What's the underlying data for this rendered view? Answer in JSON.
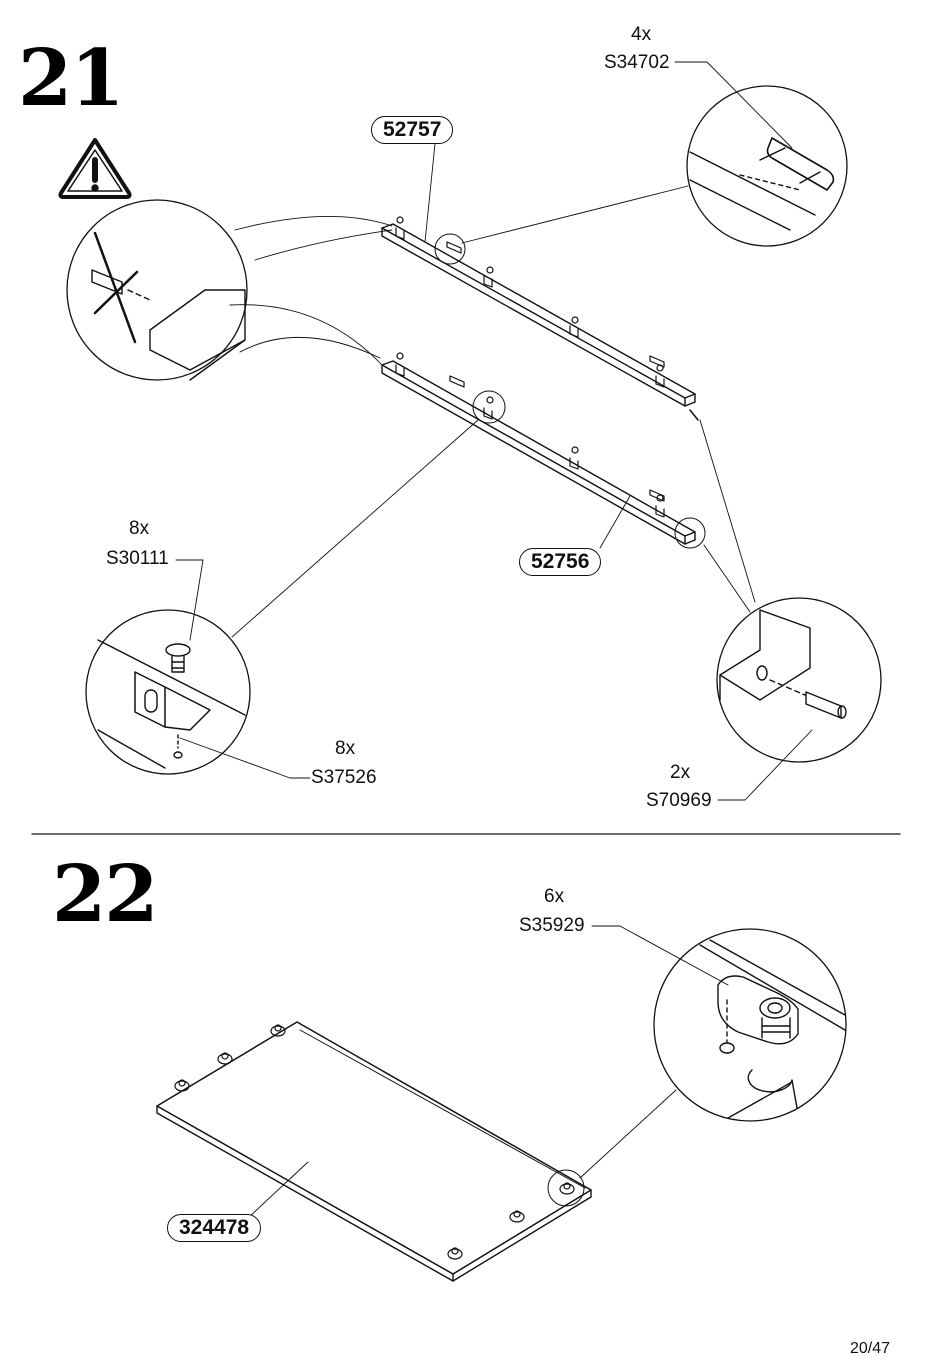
{
  "steps": [
    {
      "number": "21",
      "parts": [
        "52757",
        "52756"
      ],
      "hardware": [
        {
          "qty": "4x",
          "code": "S34702"
        },
        {
          "qty": "8x",
          "code": "S30111"
        },
        {
          "qty": "8x",
          "code": "S37526"
        },
        {
          "qty": "2x",
          "code": "S70969"
        }
      ]
    },
    {
      "number": "22",
      "parts": [
        "324478"
      ],
      "hardware": [
        {
          "qty": "6x",
          "code": "S35929"
        }
      ]
    }
  ],
  "page_number": "20/47"
}
